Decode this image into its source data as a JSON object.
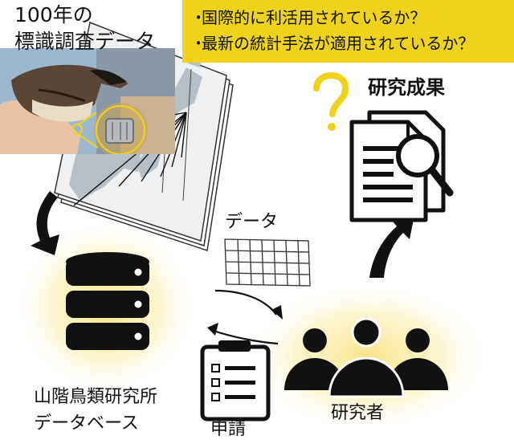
{
  "survey": {
    "line1": "100年の",
    "line2": "標識調査データ"
  },
  "questions": [
    {
      "bullet": "・",
      "text": "国際的に利活用されているか？"
    },
    {
      "bullet": "・",
      "text": "最新の統計手法が適用されているか？"
    }
  ],
  "result": {
    "label": "研究成果",
    "question_mark": "?"
  },
  "data_label": "データ",
  "database": {
    "line1": "山階鳥類研究所",
    "line2": "データベース"
  },
  "apply_label": "申請",
  "researcher_label": "研究者",
  "colors": {
    "accent_yellow": "#f0d21a",
    "ink": "#111111",
    "map_land": "#b7bfc6"
  },
  "icons": [
    "map-icon",
    "bird-photo",
    "database-icon",
    "data-grid-icon",
    "document-magnifier-icon",
    "question-mark-icon",
    "clipboard-icon",
    "people-icon",
    "curved-arrow-icon"
  ]
}
